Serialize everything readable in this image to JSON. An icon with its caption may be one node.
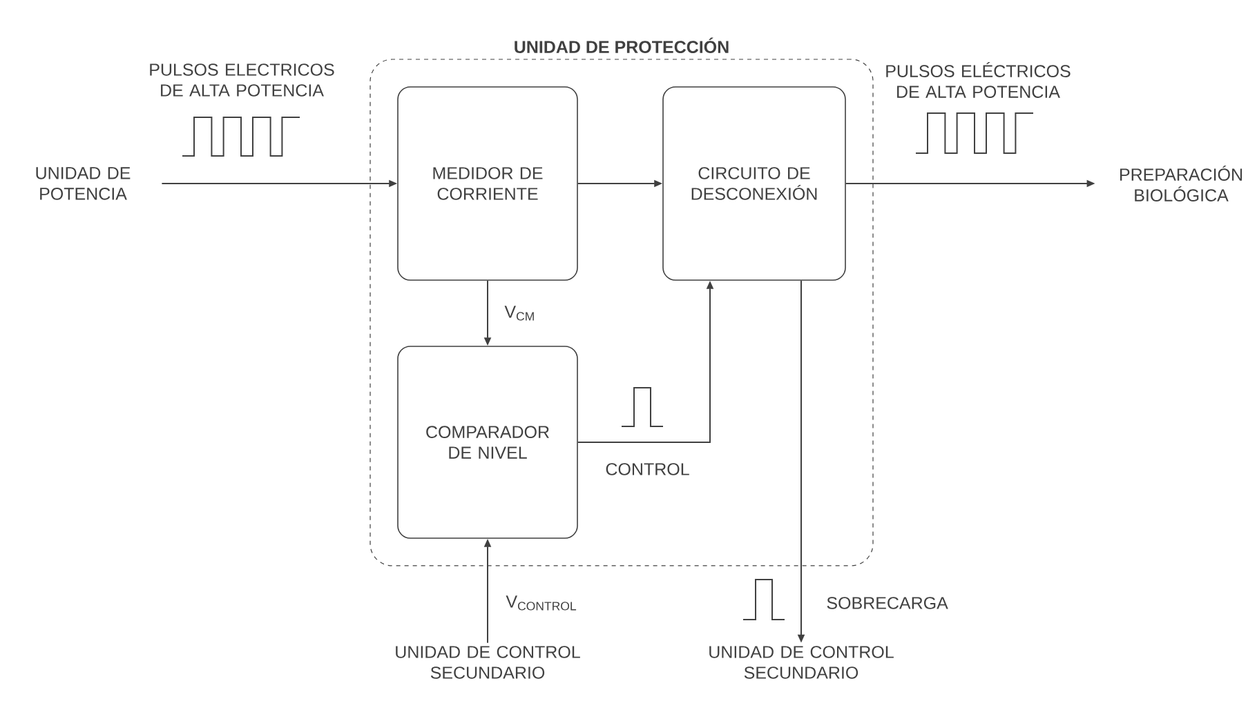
{
  "diagram": {
    "nodes": [
      {
        "text": [
          "UNIDAD DE PROTECCIÓN"
        ]
      },
      {
        "text": [
          "MEDIDOR DE CORRIENTE"
        ],
        "in": 0
      },
      {
        "text": [
          "CIRCUITO DE DESCONEXIÓN"
        ],
        "in": 0
      },
      {
        "text": [
          "COMPARADOR DE NIVEL"
        ],
        "in": 0
      },
      {
        "text": [
          "UNIDAD DE POTENCIA"
        ]
      },
      {
        "text": [
          "PREPARACIÓN BIOLÓGICA"
        ]
      },
      {
        "text": [
          "UNIDAD DE CONTROL SECUNDARIO"
        ]
      },
      {
        "text": [
          "UNIDAD DE CONTROL SECUNDARIO"
        ]
      }
    ],
    "labels": [
      "PULSOS ELECTRICOS DE ALTA POTENCIA",
      "PULSOS ELÉCTRICOS DE ALTA POTENCIA"
    ],
    "edges": [
      {
        "from": 4,
        "to": 1,
        "arrow": "to"
      },
      {
        "from": 1,
        "to": 2,
        "arrow": "to"
      },
      {
        "from": 2,
        "to": 5,
        "arrow": "to"
      },
      {
        "from": 1,
        "to": 3,
        "arrow": "to",
        "label": "V$_{CM}$"
      },
      {
        "from": 3,
        "to": 2,
        "arrow": "to",
        "label": "CONTROL"
      },
      {
        "from": 6,
        "to": 3,
        "arrow": "to",
        "label": "V$_{CONTROL}$"
      },
      {
        "from": 2,
        "to": 7,
        "arrow": "to",
        "label": "SOBRECARGA"
      }
    ]
  }
}
